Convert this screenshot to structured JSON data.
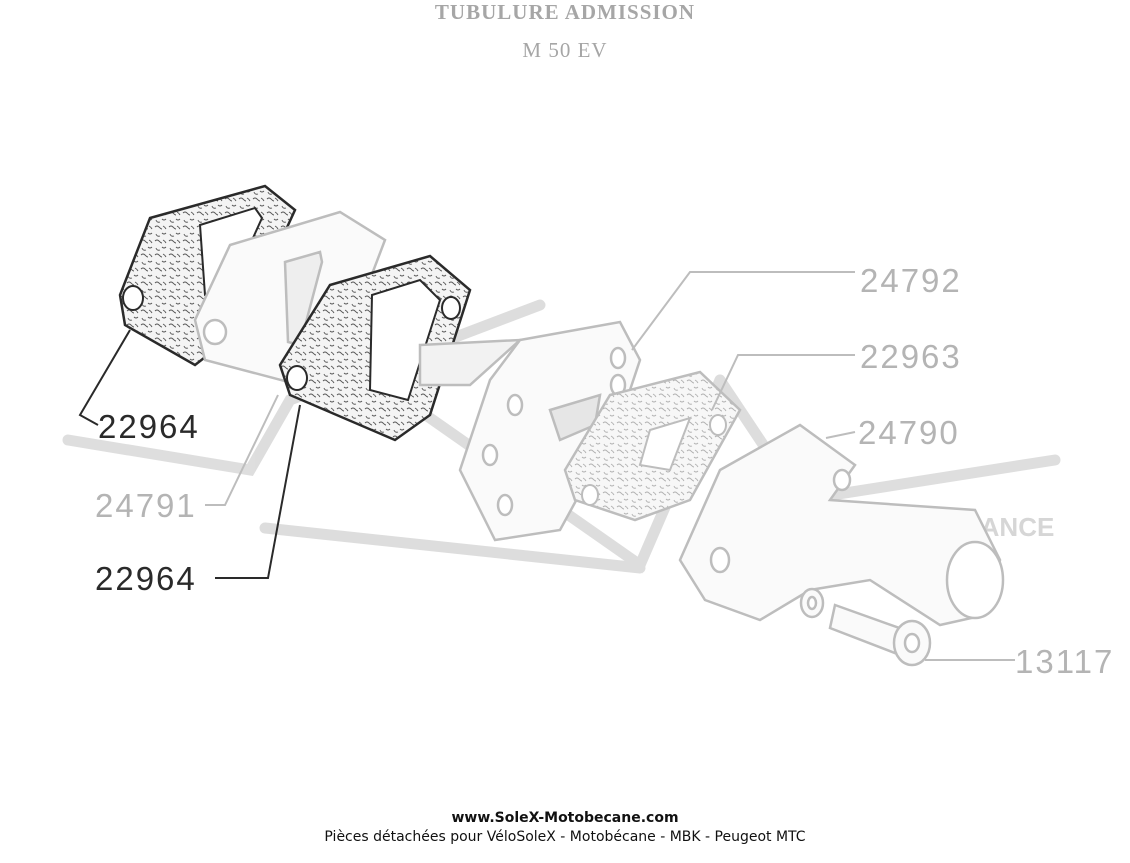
{
  "title": "TUBULURE ADMISSION",
  "subtitle": "M 50 EV",
  "labels": {
    "gasket_outer": "22964",
    "gasket_inner": "22964",
    "reed_block": "24791",
    "reed_plate": "24792",
    "intake_gasket": "22963",
    "intake_manifold": "24790",
    "screw": "13117"
  },
  "watermark": "FRANCE",
  "footer": {
    "url": "www.SoleX-Motobecane.com",
    "description": "Pièces détachées pour VéloSoleX - Motobécane - MBK - Peugeot MTC"
  },
  "colors": {
    "dark_line": "#2a2a2a",
    "light_line": "#bdbdbd",
    "watermark": "#d6d6d6",
    "heading": "#a6a6a6"
  }
}
